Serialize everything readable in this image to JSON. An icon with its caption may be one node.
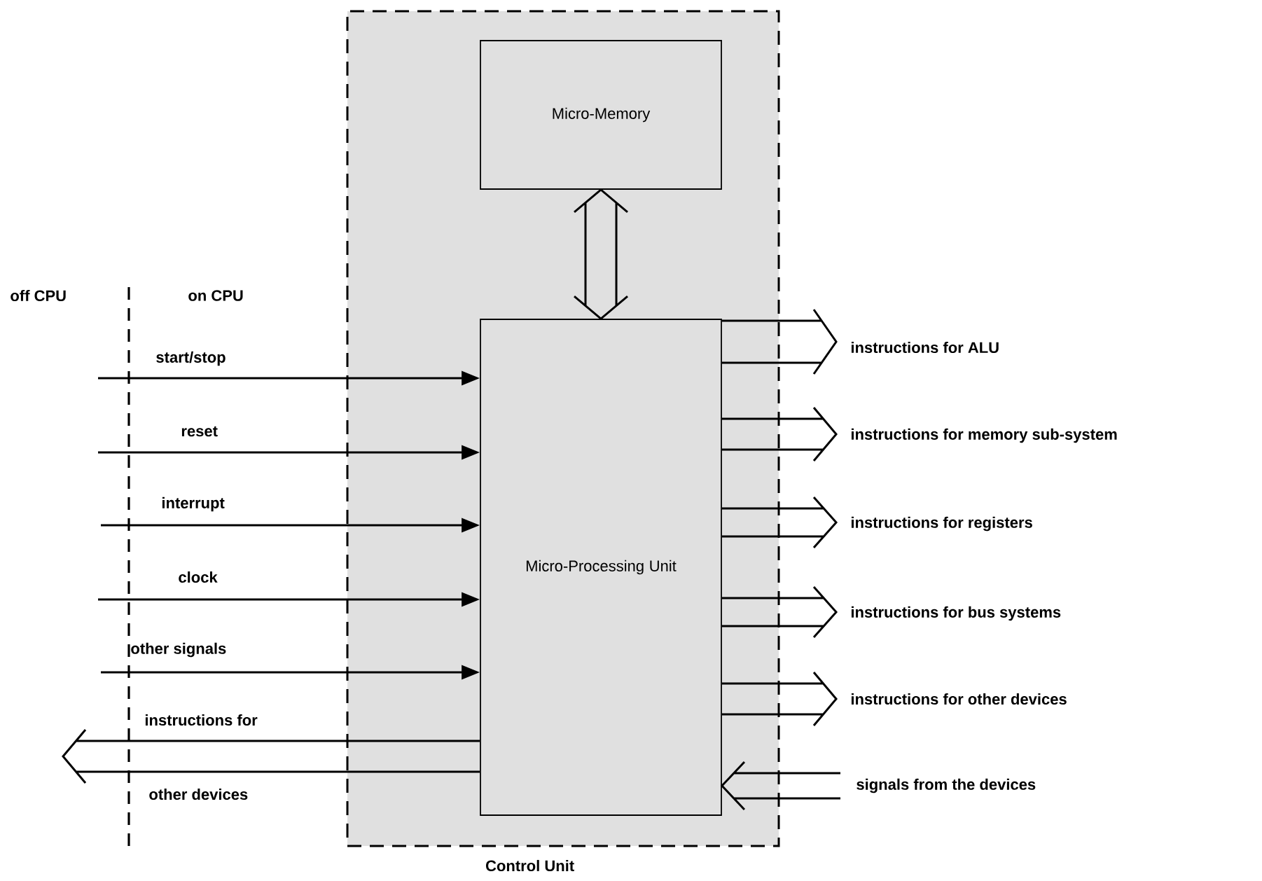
{
  "diagram": {
    "nodes": [
      {
        "text": [
          "Control Unit"
        ]
      },
      {
        "text": [
          "Micro-Memory"
        ],
        "in": 0
      },
      {
        "text": [
          "Micro-Processing Unit"
        ],
        "in": 0
      }
    ],
    "edges": [
      {
        "from": 1,
        "to": 2,
        "arrow": "both"
      },
      {
        "from": null,
        "to": 2,
        "arrow": "to",
        "label": "start/stop"
      },
      {
        "from": null,
        "to": 2,
        "arrow": "to",
        "label": "reset"
      },
      {
        "from": null,
        "to": 2,
        "arrow": "to",
        "label": "interrupt"
      },
      {
        "from": null,
        "to": 2,
        "arrow": "to",
        "label": "clock"
      },
      {
        "from": null,
        "to": 2,
        "arrow": "to",
        "label": "other signals"
      },
      {
        "from": 2,
        "to": null,
        "arrow": "to",
        "label": "instructions for"
      },
      {
        "from": 2,
        "to": null,
        "arrow": "to",
        "label": "instructions for ALU"
      },
      {
        "from": 2,
        "to": null,
        "arrow": "to",
        "label": "instructions for memory sub-system"
      },
      {
        "from": 2,
        "to": null,
        "arrow": "to",
        "label": "instructions for registers"
      },
      {
        "from": 2,
        "to": null,
        "arrow": "to",
        "label": "instructions for bus systems"
      },
      {
        "from": 2,
        "to": null,
        "arrow": "to",
        "label": "instructions for other devices"
      },
      {
        "from": null,
        "to": 2,
        "arrow": "to",
        "label": "signals from the devices"
      }
    ],
    "labels": [
      "off CPU",
      "on CPU",
      "other devices"
    ]
  }
}
